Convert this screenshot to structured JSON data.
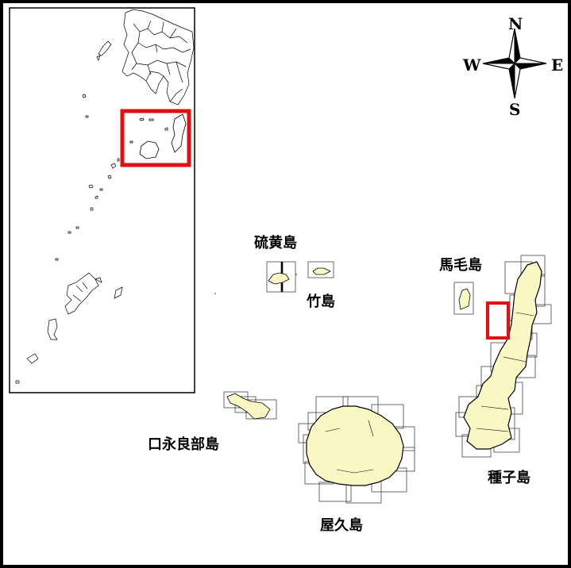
{
  "labels": {
    "iojima": "硫黄島",
    "takeshima": "竹島",
    "mageshima": "馬毛島",
    "kuchinoerabu": "口永良部島",
    "yakushima": "屋久島",
    "tanegashima": "種子島"
  },
  "compass": {
    "north": "N",
    "south": "S",
    "east": "E",
    "west": "W"
  },
  "colors": {
    "land_fill": "#fbf7c4",
    "outline": "#000000",
    "highlight": "#e01010",
    "grid": "#444444"
  }
}
